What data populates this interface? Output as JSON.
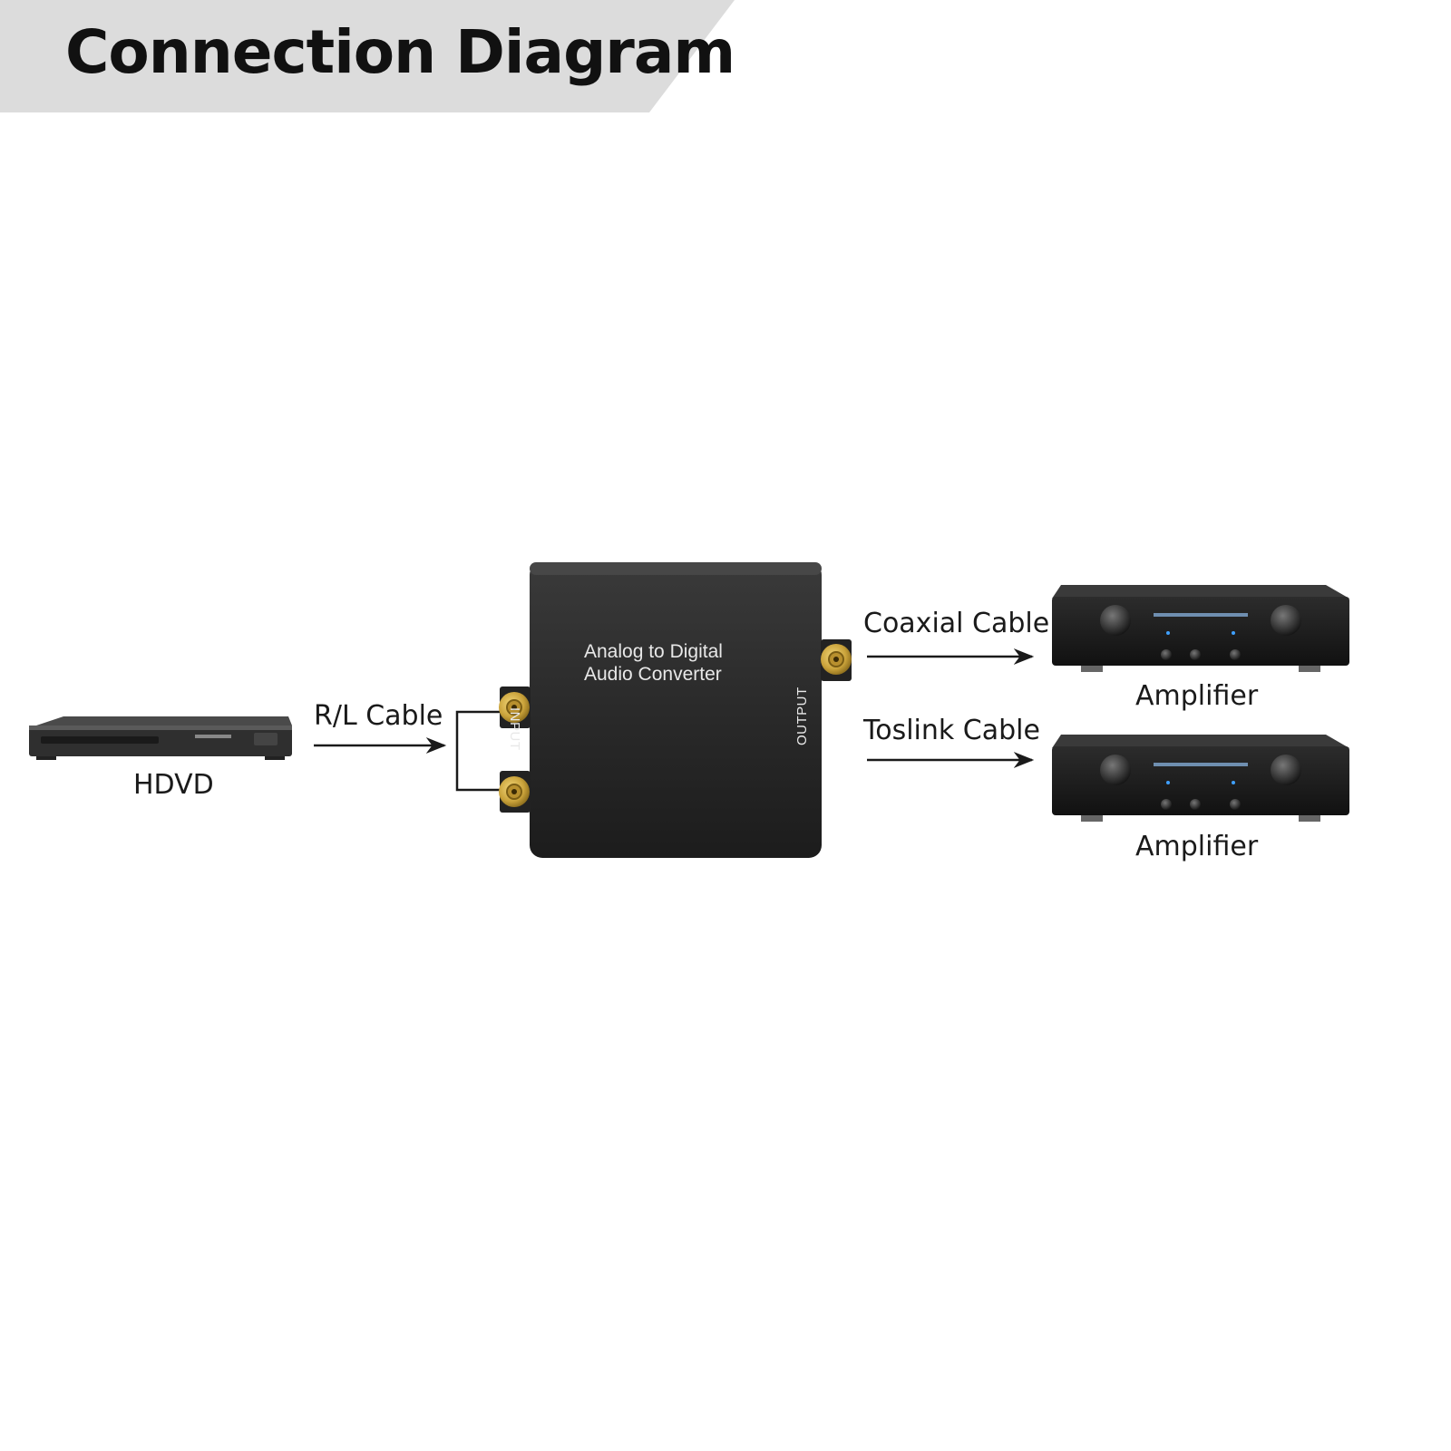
{
  "header": {
    "title": "Connection Diagram"
  },
  "source": {
    "label": "HDVD"
  },
  "rl_cable": {
    "label": "R/L Cable"
  },
  "converter": {
    "line1": "Analog to Digital",
    "line2": "Audio Converter",
    "input_label": "INPUT",
    "output_label": "OUTPUT"
  },
  "outputs": [
    {
      "cable": "Coaxial Cable",
      "device": "Amplifier"
    },
    {
      "cable": "Toslink Cable",
      "device": "Amplifier"
    }
  ],
  "colors": {
    "banner": "#dcdcdc",
    "device_body": "#2b2b2b",
    "gold": "#c9a23a",
    "line": "#1a1a1a"
  }
}
